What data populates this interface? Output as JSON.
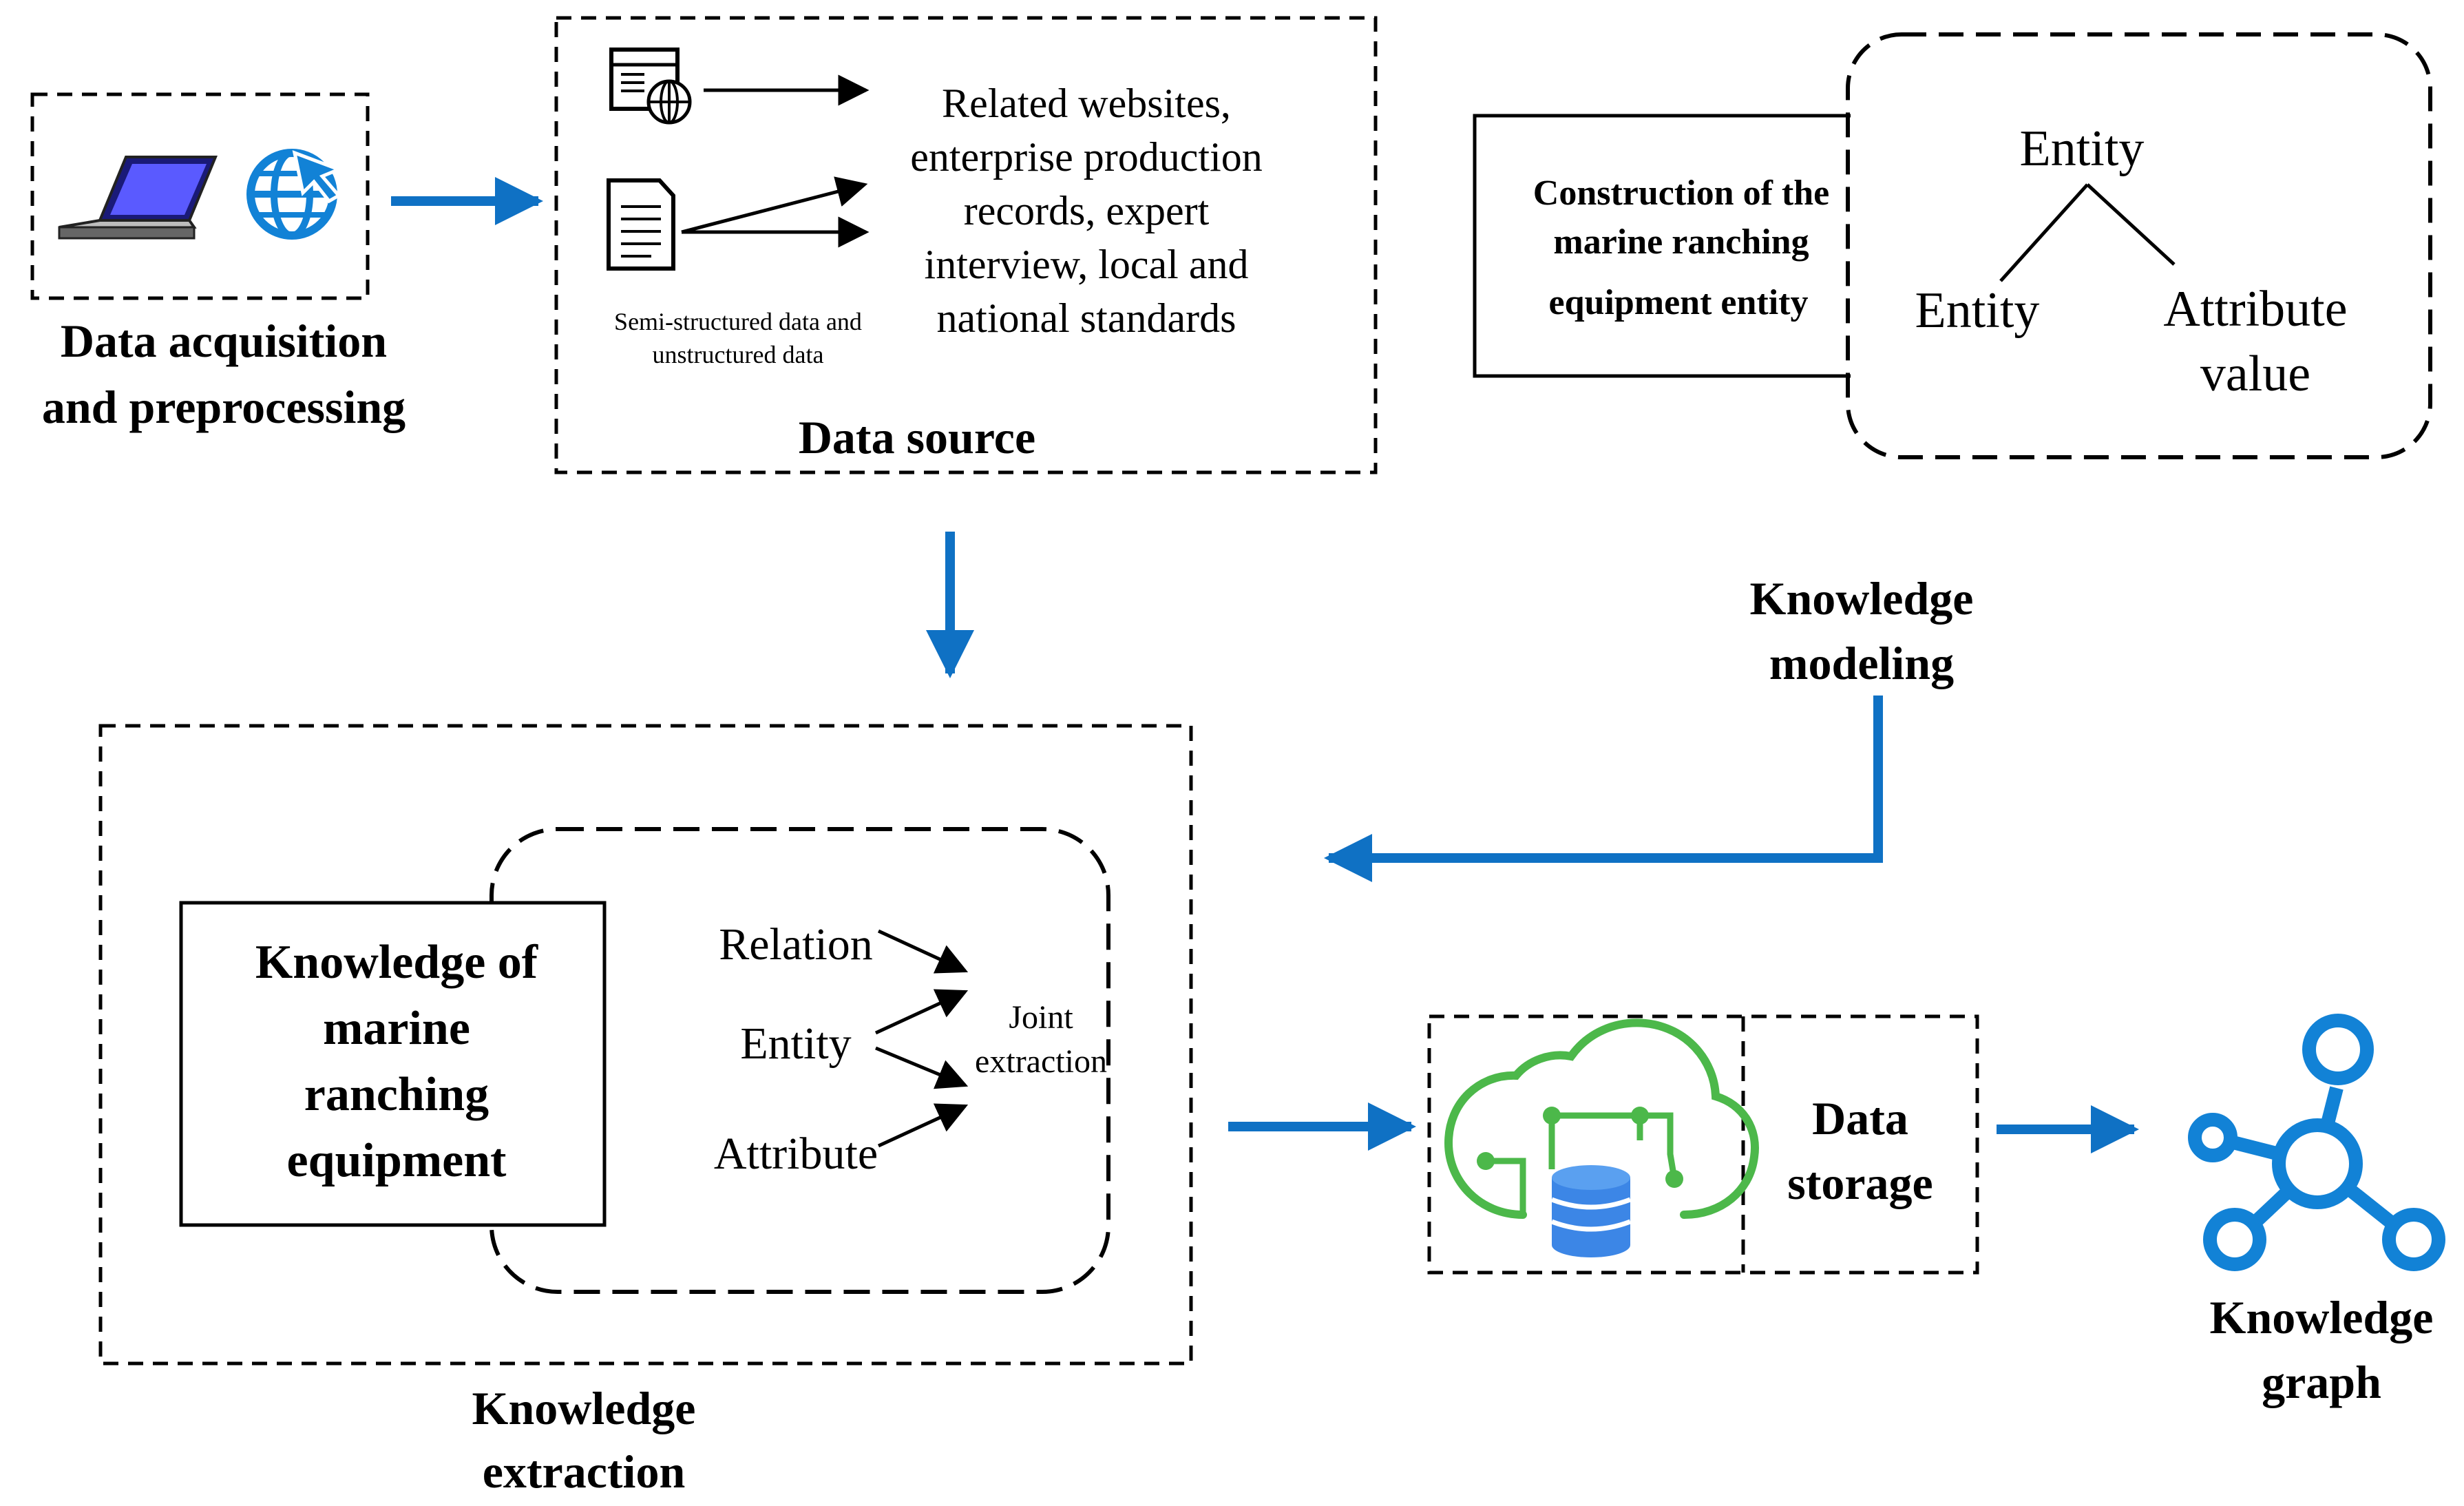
{
  "colors": {
    "arrow_blue": "#0f71c4",
    "icon_blue": "#1282d6",
    "cloud_green": "#4cb84a",
    "db_blue": "#3c86e6",
    "ink": "#000000"
  },
  "acquisition": {
    "label_line1": "Data acquisition",
    "label_line2": "and preprocessing",
    "icons": [
      "laptop-icon",
      "globe-cursor-icon"
    ]
  },
  "data_source": {
    "title": "Data source",
    "sources_lines": [
      "Related websites,",
      "enterprise production",
      "records, expert",
      "interview, local and",
      "national standards"
    ],
    "doc_label_line1": "Semi-structured data and",
    "doc_label_line2": "unstructured data",
    "icons": [
      "web-page-icon",
      "document-icon"
    ]
  },
  "knowledge_modeling": {
    "label_line1": "Knowledge",
    "label_line2": "modeling",
    "construction_line1": "Construction of the",
    "construction_line2": "marine ranching",
    "construction_line3": "equipment entity",
    "tree_root": "Entity",
    "tree_left": "Entity",
    "tree_right_line1": "Attribute",
    "tree_right_line2": "value"
  },
  "knowledge_extraction": {
    "label_line1": "Knowledge",
    "label_line2": "extraction",
    "box_line1": "Knowledge of",
    "box_line2": "marine",
    "box_line3": "ranching",
    "box_line4": "equipment",
    "items": [
      "Relation",
      "Entity",
      "Attribute"
    ],
    "joint_line1": "Joint",
    "joint_line2": "extraction"
  },
  "data_storage": {
    "label_line1": "Data",
    "label_line2": "storage",
    "icons": [
      "cloud-database-icon"
    ]
  },
  "knowledge_graph": {
    "label_line1": "Knowledge",
    "label_line2": "graph",
    "icons": [
      "knowledge-graph-icon"
    ]
  }
}
